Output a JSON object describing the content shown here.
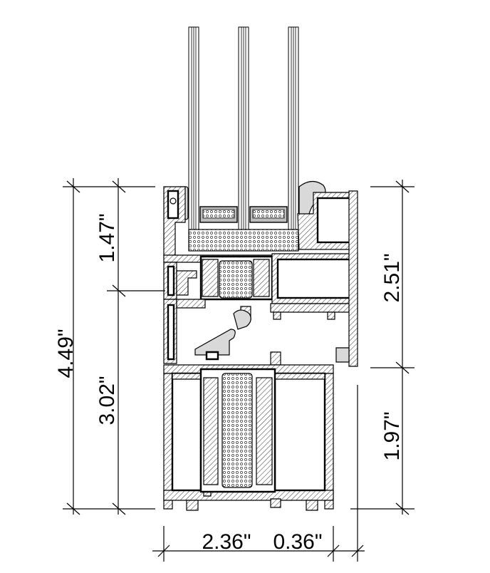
{
  "diagram": {
    "dimensions": {
      "total_height": "4.49\"",
      "upper_left": "1.47\"",
      "lower_left": "3.02\"",
      "upper_right": "2.51\"",
      "lower_right": "1.97\"",
      "bottom_left": "2.36\"",
      "bottom_right": "0.36\""
    }
  }
}
